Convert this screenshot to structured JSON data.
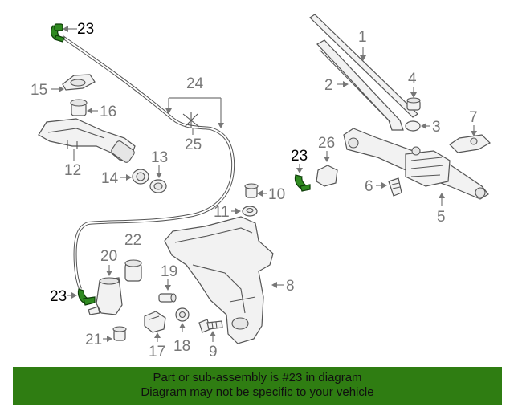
{
  "callouts": {
    "c1": "1",
    "c2": "2",
    "c3": "3",
    "c4": "4",
    "c5": "5",
    "c6": "6",
    "c7": "7",
    "c8": "8",
    "c9": "9",
    "c10": "10",
    "c11": "11",
    "c12": "12",
    "c13": "13",
    "c14": "14",
    "c15": "15",
    "c16": "16",
    "c17": "17",
    "c18": "18",
    "c19": "19",
    "c20": "20",
    "c21": "21",
    "c22": "22",
    "c24": "24",
    "c25": "25",
    "c26": "26",
    "c23a": "23",
    "c23b": "23",
    "c23c": "23"
  },
  "highlight_color": "#2f8a20",
  "banner": {
    "line1": "Part or sub-assembly is #23 in diagram",
    "line2": "Diagram may not be specific to your vehicle"
  }
}
